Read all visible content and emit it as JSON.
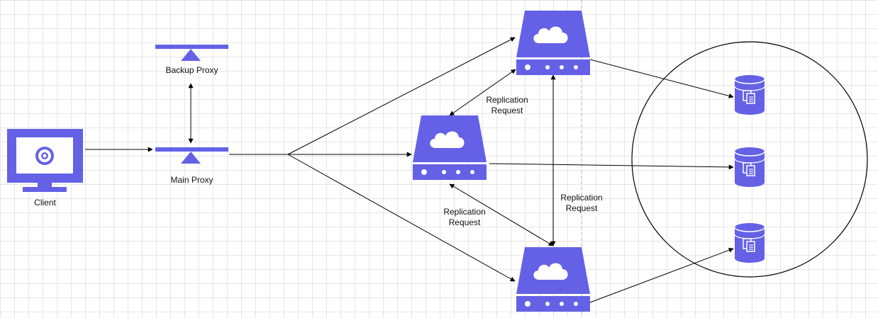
{
  "colors": {
    "accent": "#6461e6",
    "line": "#000000",
    "divider": "#bdbdbd",
    "background": "#ffffff"
  },
  "nodes": {
    "client": {
      "label": "Client",
      "icon": "monitor-icon"
    },
    "backup_proxy": {
      "label": "Backup Proxy",
      "icon": "load-balancer-icon"
    },
    "main_proxy": {
      "label": "Main Proxy",
      "icon": "load-balancer-icon"
    },
    "servers": [
      {
        "icon": "cloud-server-icon"
      },
      {
        "icon": "cloud-server-icon"
      },
      {
        "icon": "cloud-server-icon"
      }
    ],
    "databases": [
      {
        "icon": "database-documents-icon"
      },
      {
        "icon": "database-documents-icon"
      },
      {
        "icon": "database-documents-icon"
      }
    ]
  },
  "edge_labels": {
    "replication_top": "Replication\nRequest",
    "replication_left": "Replication\nRequest",
    "replication_right": "Replication\nRequest"
  }
}
